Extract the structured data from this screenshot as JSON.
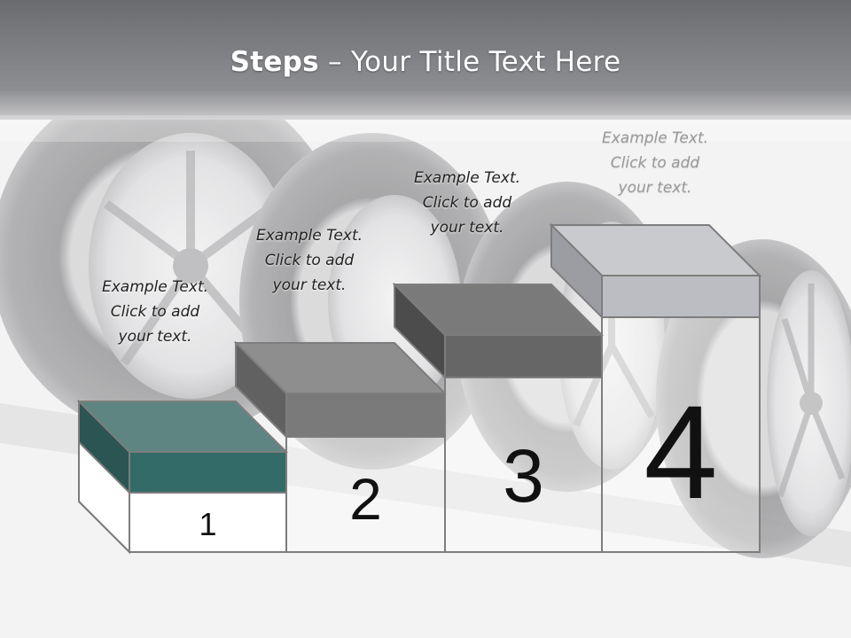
{
  "title": {
    "bold": "Steps",
    "rest": " – Your Title Text Here"
  },
  "steps": [
    {
      "number": "1",
      "caption": [
        "Example Text.",
        "Click  to add",
        "your text."
      ],
      "top_color": "#5e8581",
      "front_color": "#336b68",
      "side_color": "#2a5553"
    },
    {
      "number": "2",
      "caption": [
        "Example Text.",
        "Click  to add",
        "your text."
      ],
      "top_color": "#8e8e8e",
      "front_color": "#7a7a7a",
      "side_color": "#616161"
    },
    {
      "number": "3",
      "caption": [
        "Example Text.",
        "Click  to add",
        "your text."
      ],
      "top_color": "#7a7a7a",
      "front_color": "#666666",
      "side_color": "#4c4c4c"
    },
    {
      "number": "4",
      "caption": [
        "Example Text.",
        "Click  to add",
        "your text."
      ],
      "top_color": "#c9cacd",
      "front_color": "#bcbdc2",
      "side_color": "#9c9da2"
    }
  ]
}
